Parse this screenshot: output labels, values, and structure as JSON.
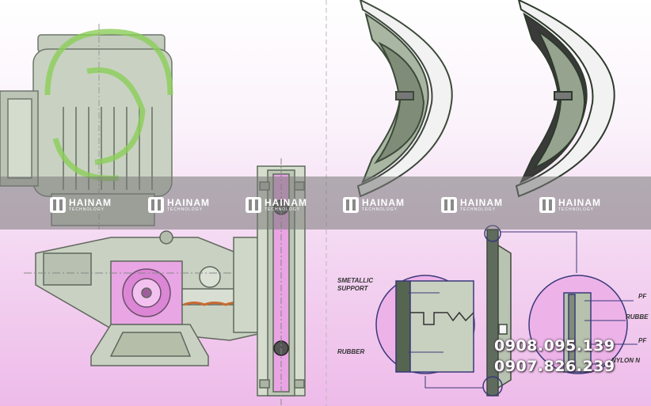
{
  "watermark": {
    "brand": "HAINAM",
    "tagline": "TECHNOLOGY"
  },
  "labels": {
    "metallic_support": "SMETALLIC\nSUPPORT",
    "rubber_left": "RUBBER",
    "ptfe_top": "PF",
    "rubber_right": "RUBBE",
    "ptfe_mid": "PF",
    "nylon": "NYLON N"
  },
  "contact": {
    "phone_1": "0908.095.139",
    "phone_2": "0907.826.239"
  },
  "colors": {
    "accent_pink": "#e58fe0",
    "body_green": "#c9d3c2",
    "band_gray": "#7a7a7a"
  }
}
